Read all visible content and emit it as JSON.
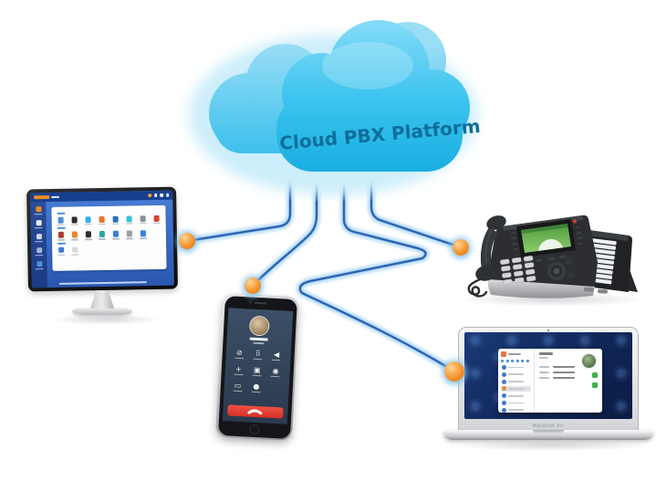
{
  "cloud": {
    "title": "Cloud PBX Platform",
    "body_color": "#3ac3ee",
    "text_color": "#0d6e99"
  },
  "connections": {
    "line_color": "#2a63b4",
    "glow_color": "#bfe0f7",
    "endpoint_color": "#f29030",
    "edges": [
      {
        "from": "cloud-pbx-platform",
        "to": "desktop-computer"
      },
      {
        "from": "cloud-pbx-platform",
        "to": "smartphone"
      },
      {
        "from": "cloud-pbx-platform",
        "to": "laptop"
      },
      {
        "from": "cloud-pbx-platform",
        "to": "ip-desk-phone"
      }
    ]
  },
  "devices": {
    "desktop": {
      "name": "desktop-computer",
      "screen": "pbx-web-dashboard",
      "sidebar_icon_colors": [
        "#f08c1e",
        "#e8ecf5",
        "#cfd6e8",
        "#9fb4d8",
        "#4a90d9"
      ],
      "app_grid_rows": [
        [
          "#4a90d9",
          "#2b2b2b",
          "#35b1e8",
          "#e8732b",
          "#2e6fc0",
          "#35c2d8",
          "#8a8f98",
          "#d9442b"
        ],
        [
          "#b03a2e",
          "#e8852b",
          "#2b2b2b",
          "#2aa8a0",
          "#3a7bd5",
          "#9aa0a8",
          "#2e86de"
        ],
        [
          "#3a7bd5",
          "#d5d8dc"
        ]
      ]
    },
    "smartphone": {
      "name": "smartphone",
      "screen": "active-call",
      "call_icons": [
        "mute",
        "keypad",
        "speaker",
        "add-call",
        "video",
        "contacts",
        "hold",
        "record"
      ],
      "end_call_color": "#e03a2a"
    },
    "desk_phone": {
      "name": "ip-desk-phone",
      "screen_color": "#5aa83f",
      "expansion_rows": 9
    },
    "laptop": {
      "name": "laptop",
      "bezel_label": "MacBook Air",
      "screen": "contacts-app",
      "contact_row_count": 7,
      "highlighted_row": 3,
      "call_button_color": "#3cb54a"
    }
  }
}
